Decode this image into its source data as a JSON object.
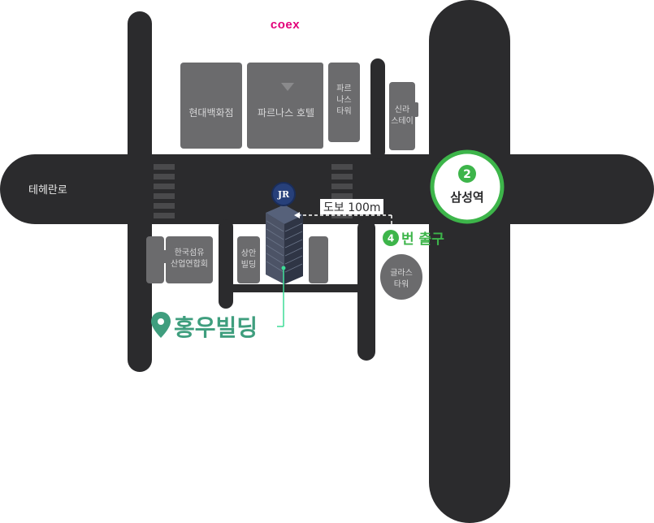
{
  "brand": {
    "coex_logo": "coex",
    "accent_color": "#e2007a"
  },
  "roads": {
    "main_road_label": "테헤란로"
  },
  "station": {
    "name": "삼성역",
    "line_number": "2",
    "line_color": "#3db54a"
  },
  "exit": {
    "number": "4",
    "label": "번 출구",
    "color": "#3db54a"
  },
  "walk": {
    "label": "도보 100m"
  },
  "target": {
    "name": "홍우빌딩",
    "color": "#3f9e7e",
    "logo_text": "JR",
    "pin_icon": "location-pin-icon"
  },
  "buildings": {
    "hyundai": {
      "label": "현대백화점"
    },
    "parnas_hotel": {
      "label": "파르나스 호텔"
    },
    "parnas_tower": {
      "lines": [
        "파르",
        "나스",
        "타워"
      ]
    },
    "shilla_stay": {
      "lines": [
        "신라",
        "스테이"
      ]
    },
    "korea_fiber": {
      "lines": [
        "한국섬유",
        "산업연합회"
      ]
    },
    "sangan": {
      "lines": [
        "상안",
        "빌딩"
      ]
    },
    "glass_tower": {
      "lines": [
        "글라스",
        "타워"
      ]
    }
  }
}
